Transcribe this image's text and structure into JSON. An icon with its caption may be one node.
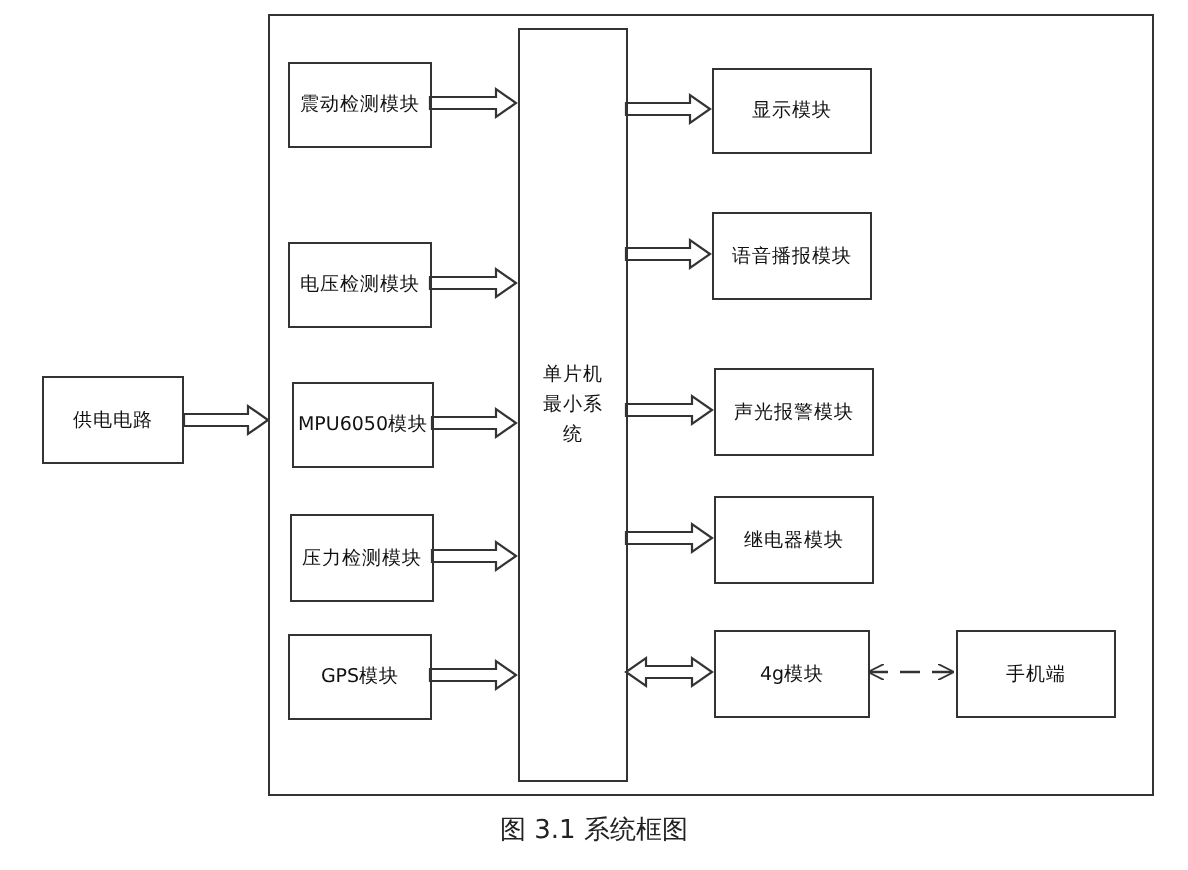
{
  "diagram": {
    "caption": "图 3.1 系统框图",
    "nodes": [
      {
        "text": [],
        "shape": "box"
      },
      {
        "text": [
          "供电电路"
        ]
      },
      {
        "text": [
          "震动检测模块"
        ],
        "in": 0
      },
      {
        "text": [
          "电压检测模块"
        ],
        "in": 0
      },
      {
        "text": [
          "MPU6050模块"
        ],
        "in": 0
      },
      {
        "text": [
          "压力检测模块"
        ],
        "in": 0
      },
      {
        "text": [
          "GPS模块"
        ],
        "in": 0
      },
      {
        "text": [
          "单片机最小系统"
        ],
        "in": 0
      },
      {
        "text": [
          "显示模块"
        ],
        "in": 0
      },
      {
        "text": [
          "语音播报模块"
        ],
        "in": 0
      },
      {
        "text": [
          "声光报警模块"
        ],
        "in": 0
      },
      {
        "text": [
          "继电器模块"
        ],
        "in": 0
      },
      {
        "text": [
          "4g模块"
        ],
        "in": 0
      },
      {
        "text": [
          "手机端"
        ],
        "in": 0
      }
    ],
    "edges": [
      {
        "from": 1,
        "to": 0,
        "arrow": "to"
      },
      {
        "from": 2,
        "to": 7,
        "arrow": "to"
      },
      {
        "from": 3,
        "to": 7,
        "arrow": "to"
      },
      {
        "from": 4,
        "to": 7,
        "arrow": "to"
      },
      {
        "from": 5,
        "to": 7,
        "arrow": "to"
      },
      {
        "from": 6,
        "to": 7,
        "arrow": "to"
      },
      {
        "from": 7,
        "to": 8,
        "arrow": "to"
      },
      {
        "from": 7,
        "to": 9,
        "arrow": "to"
      },
      {
        "from": 7,
        "to": 10,
        "arrow": "to"
      },
      {
        "from": 7,
        "to": 11,
        "arrow": "to"
      },
      {
        "from": 7,
        "to": 12,
        "arrow": "both"
      },
      {
        "from": 12,
        "to": 13,
        "arrow": "both",
        "style": "dashed"
      }
    ]
  }
}
